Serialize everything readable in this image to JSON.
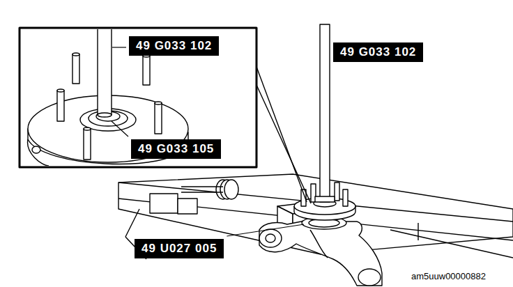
{
  "diagram": {
    "labels": [
      "49 G033 102",
      "49 G033 102",
      "49 G033 105",
      "49 U027 005",
      "am5uuw00000882"
    ]
  }
}
